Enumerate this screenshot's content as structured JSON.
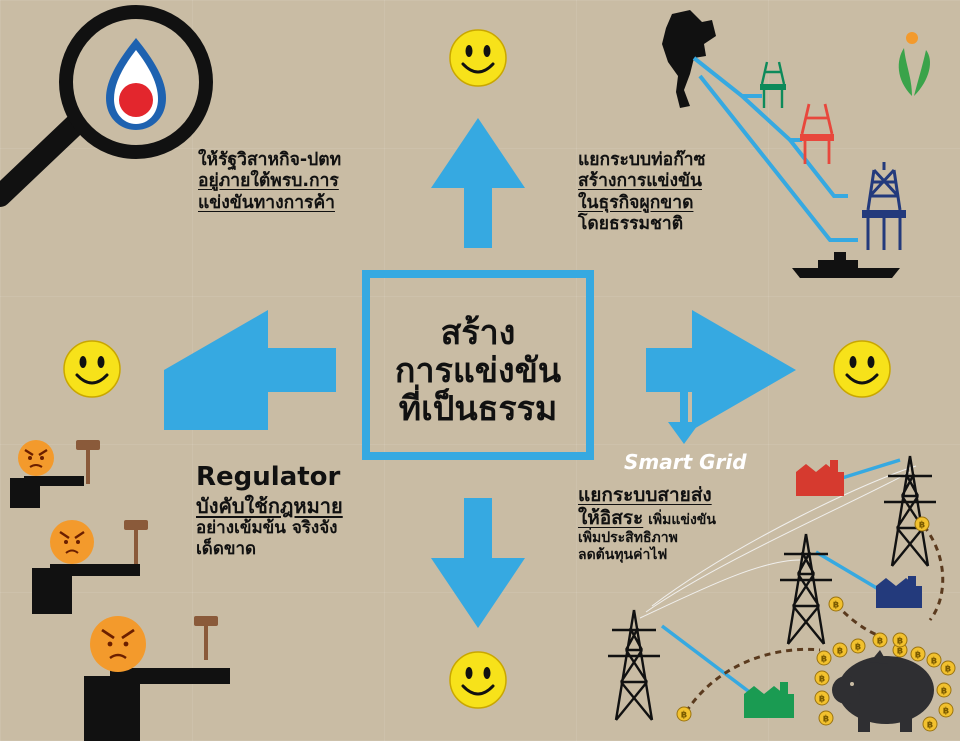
{
  "center": {
    "line1": "สร้าง",
    "line2": "การแข่งขัน",
    "line3": "ที่เป็นธรรม"
  },
  "top_left": {
    "line1": "ให้รัฐวิสาหกิจ-ปตท",
    "line2": "อยู่ภายใต้พรบ.การ",
    "line3": "แข่งขันทางการค้า"
  },
  "top_right": {
    "line1": "แยกระบบท่อก๊าซ",
    "line2": "สร้างการแข่งขัน",
    "line3": "ในธุรกิจผูกขาด",
    "line4": "โดยธรรมชาติ"
  },
  "bottom_left": {
    "title": "Regulator",
    "line1": "บังคับใช้กฎหมาย",
    "line2": "อย่างเข้มข้น จริงจัง",
    "line3": "เด็ดขาด"
  },
  "bottom_right": {
    "smart_grid": "Smart Grid",
    "line1": "แยกระบบสายส่ง",
    "line2a": "ให้อิสระ",
    "line2b": " เพิ่มแข่งขัน",
    "line3": "เพิ่มประสิทธิภาพ",
    "line4": "ลดต้นทุนค่าไฟ"
  },
  "colors": {
    "background": "#c9bca4",
    "accent_blue": "#36a9e1",
    "smiley_yellow": "#f7e21a",
    "angry_orange": "#f39a2c"
  },
  "icons": [
    "magnifier-icon",
    "ptt-logo-icon",
    "smiley-icon",
    "thailand-map-icon",
    "oil-rig-icon",
    "ship-icon",
    "factory-icon",
    "transmission-tower-icon",
    "piggy-bank-icon",
    "gavel-icon",
    "coin-icon",
    "leaf-logo-icon"
  ]
}
